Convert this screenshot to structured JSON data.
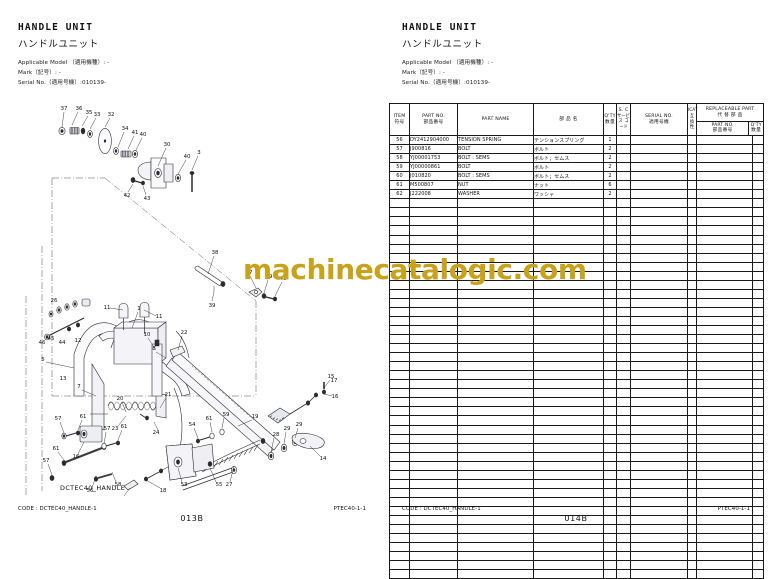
{
  "document": {
    "title": "HANDLE UNIT",
    "title_jp": "ハンドルユニット",
    "applicable_model": "Applicable Model （適用機種）: -",
    "mark": "Mark（記号）: -",
    "serial_no": "Serial No.（適用号機）:010139-",
    "watermark": "machinecatalogic.com",
    "drawing_label": "DCTEC40_HANDLE"
  },
  "left_page": {
    "title": "HANDLE UNIT",
    "title_jp": "ハンドルユニット",
    "applicable_model": "Applicable Model （適用機種）: -",
    "mark": "Mark（記号）: -",
    "serial_no": "Serial No.（適用号機）:010139-",
    "footer_code": "CODE : DCTEC40_HANDLE-1",
    "footer_ptec": "PTEC40-1-1",
    "page_number": "013B"
  },
  "right_page": {
    "title": "HANDLE UNIT",
    "title_jp": "ハンドルユニット",
    "applicable_model": "Applicable Model （適用機種）: -",
    "mark": "Mark（記号）: -",
    "serial_no": "Serial No.（適用号機）:010139-",
    "footer_code": "CODE : DCTEC40_HANDLE-1",
    "footer_ptec": "PTEC40-1-1",
    "page_number": "014B"
  },
  "table": {
    "headers": {
      "item_en": "ITEM",
      "item_jp": "符号",
      "part_no_en": "PART NO.",
      "part_no_jp": "部品番号",
      "part_name_en": "PART NAME",
      "part_name_jp": "部 品 名",
      "qty_en": "Q'TY",
      "qty_jp": "数量",
      "sc_en": "S. C",
      "sc_jp1": "サービス",
      "sc_jp2": "コード",
      "serial_en": "SERIAL NO.",
      "serial_jp": "適用号機",
      "icat_en": "ICAT",
      "icat_jp1": "互",
      "icat_jp2": "換",
      "icat_jp3": "性",
      "repl_en": "REPLACEABLE PART",
      "repl_jp": "代 替 部 品",
      "repl_pno_en": "PART NO.",
      "repl_pno_jp": "部品番号",
      "repl_qty_en": "Q'TY",
      "repl_qty_jp": "数量"
    },
    "rows": [
      {
        "item": "56",
        "part_no": "DY2412904000",
        "part_name": "TENSION SPRING",
        "part_name_jp": "テンションスプリング",
        "qty": "1",
        "sc": "",
        "serial": "",
        "icat": "",
        "repl_part_no": "",
        "repl_qty": ""
      },
      {
        "item": "57",
        "part_no": "J900816",
        "part_name": "BOLT",
        "part_name_jp": "ボルト",
        "qty": "2",
        "sc": "",
        "serial": "",
        "icat": "",
        "repl_part_no": "",
        "repl_qty": ""
      },
      {
        "item": "58",
        "part_no": "YJ00001753",
        "part_name": "BOLT : SEMS",
        "part_name_jp": "ボルト；セムス",
        "qty": "2",
        "sc": "",
        "serial": "",
        "icat": "",
        "repl_part_no": "",
        "repl_qty": ""
      },
      {
        "item": "59",
        "part_no": "YJ00000861",
        "part_name": "BOLT",
        "part_name_jp": "ボルト",
        "qty": "2",
        "sc": "",
        "serial": "",
        "icat": "",
        "repl_part_no": "",
        "repl_qty": ""
      },
      {
        "item": "60",
        "part_no": "J010820",
        "part_name": "BOLT : SEMS",
        "part_name_jp": "ボルト；セムス",
        "qty": "2",
        "sc": "",
        "serial": "",
        "icat": "",
        "repl_part_no": "",
        "repl_qty": ""
      },
      {
        "item": "61",
        "part_no": "M500807",
        "part_name": "NUT",
        "part_name_jp": "ナット",
        "qty": "6",
        "sc": "",
        "serial": "",
        "icat": "",
        "repl_part_no": "",
        "repl_qty": ""
      },
      {
        "item": "62",
        "part_no": "J222008",
        "part_name": "WASHER",
        "part_name_jp": "ワッシャ",
        "qty": "2",
        "sc": "",
        "serial": "",
        "icat": "",
        "repl_part_no": "",
        "repl_qty": ""
      }
    ],
    "empty_row_count": 42
  },
  "drawing": {
    "label": "DCTEC40_HANDLE",
    "callouts": [
      "1",
      "5",
      "7",
      "8",
      "10",
      "11",
      "11",
      "12",
      "13",
      "14",
      "15",
      "16",
      "17",
      "17",
      "17",
      "17",
      "17",
      "18",
      "19",
      "19",
      "20",
      "21",
      "21",
      "22",
      "22",
      "23",
      "24",
      "26",
      "27",
      "28",
      "29",
      "29",
      "30",
      "32",
      "33",
      "34",
      "35",
      "36",
      "37",
      "38",
      "39",
      "40",
      "40",
      "41",
      "42",
      "43",
      "44",
      "45",
      "46",
      "47",
      "48",
      "49",
      "52",
      "53",
      "54",
      "55",
      "56",
      "57",
      "57",
      "58",
      "59",
      "60",
      "61",
      "61",
      "61"
    ]
  },
  "colors": {
    "watermark": "#c8a21a",
    "rule": "#1a1a1a",
    "text": "#111111",
    "drawing_line": "#2b2b33",
    "drawing_fill": "#f2f2f5"
  }
}
